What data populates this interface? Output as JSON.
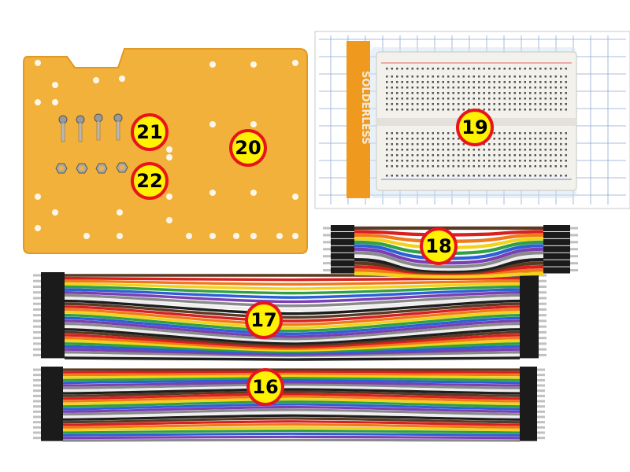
{
  "labels": {
    "l16": "16",
    "l17": "17",
    "l18": "18",
    "l19": "19",
    "l20": "20",
    "l21": "21",
    "l22": "22"
  },
  "package": {
    "brand_text": "SOLDERLESS"
  },
  "colors": {
    "background": "#ffffff",
    "acrylic_plate": "#f2b13a",
    "label_fill": "#fff200",
    "label_ring": "#e8141d",
    "wire_palette": [
      "#5a3a22",
      "#d92020",
      "#f07a1a",
      "#f2d21a",
      "#2fa043",
      "#2d5fd6",
      "#7a3fb3",
      "#8a8a8a",
      "#eeeeee",
      "#1e1e1e"
    ]
  }
}
